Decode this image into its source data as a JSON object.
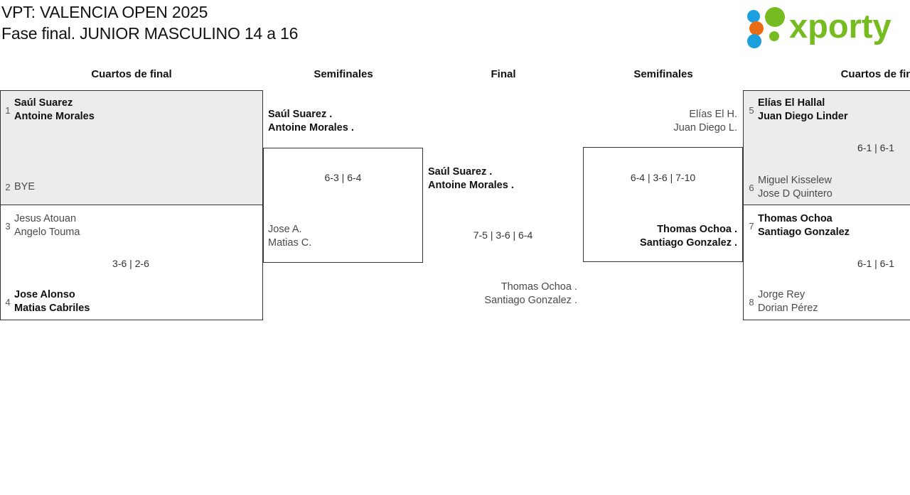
{
  "header": {
    "title_line1": "VPT: VALENCIA OPEN 2025",
    "title_line2": "Fase final. JUNIOR MASCULINO 14 a 16",
    "logo_text": "xporty",
    "logo_colors": {
      "green": "#76bc21",
      "orange": "#ea6b16",
      "blue": "#1ba0dd"
    }
  },
  "rounds": [
    {
      "label": "Cuartos de final"
    },
    {
      "label": "Semifinales"
    },
    {
      "label": "Final"
    },
    {
      "label": "Semifinales"
    },
    {
      "label": "Cuartos de fin"
    }
  ],
  "bracket": {
    "qf_left": [
      {
        "score": "",
        "slots": [
          {
            "seed": "1",
            "line1": "Saúl Suarez",
            "line2": "Antoine Morales",
            "state": "winner"
          },
          {
            "seed": "2",
            "line1": "BYE",
            "line2": "",
            "state": "loser"
          }
        ]
      },
      {
        "score": "3-6 | 2-6",
        "slots": [
          {
            "seed": "3",
            "line1": "Jesus Atouan",
            "line2": "Angelo Touma",
            "state": "loser"
          },
          {
            "seed": "4",
            "line1": "Jose Alonso",
            "line2": "Matias Cabriles",
            "state": "winner"
          }
        ]
      }
    ],
    "sf_left": {
      "score": "6-3 | 6-4",
      "slots": [
        {
          "line1": "Saúl Suarez .",
          "line2": "Antoine Morales .",
          "state": "winner"
        },
        {
          "line1": "Jose A.",
          "line2": "Matias C.",
          "state": "loser"
        }
      ]
    },
    "final": {
      "score": "7-5 | 3-6 | 6-4",
      "slots": [
        {
          "line1": "Saúl Suarez .",
          "line2": "Antoine Morales .",
          "state": "winner"
        },
        {
          "line1": "Thomas Ochoa .",
          "line2": "Santiago Gonzalez .",
          "state": "loser"
        }
      ]
    },
    "sf_right": {
      "score": "6-4 | 3-6 | 7-10",
      "slots": [
        {
          "line1": "Elías El H.",
          "line2": "Juan Diego L.",
          "state": "loser"
        },
        {
          "line1": "Thomas Ochoa .",
          "line2": "Santiago Gonzalez .",
          "state": "winner"
        }
      ]
    },
    "qf_right": [
      {
        "score": "6-1 | 6-1",
        "slots": [
          {
            "seed": "5",
            "line1": "Elías El Hallal",
            "line2": "Juan Diego Linder",
            "state": "winner"
          },
          {
            "seed": "6",
            "line1": "Miguel Kisselew",
            "line2": "Jose D Quintero",
            "state": "loser"
          }
        ]
      },
      {
        "score": "6-1 | 6-1",
        "slots": [
          {
            "seed": "7",
            "line1": "Thomas Ochoa",
            "line2": "Santiago Gonzalez",
            "state": "winner"
          },
          {
            "seed": "8",
            "line1": "Jorge Rey",
            "line2": "Dorian Pérez",
            "state": "loser"
          }
        ]
      }
    ]
  }
}
